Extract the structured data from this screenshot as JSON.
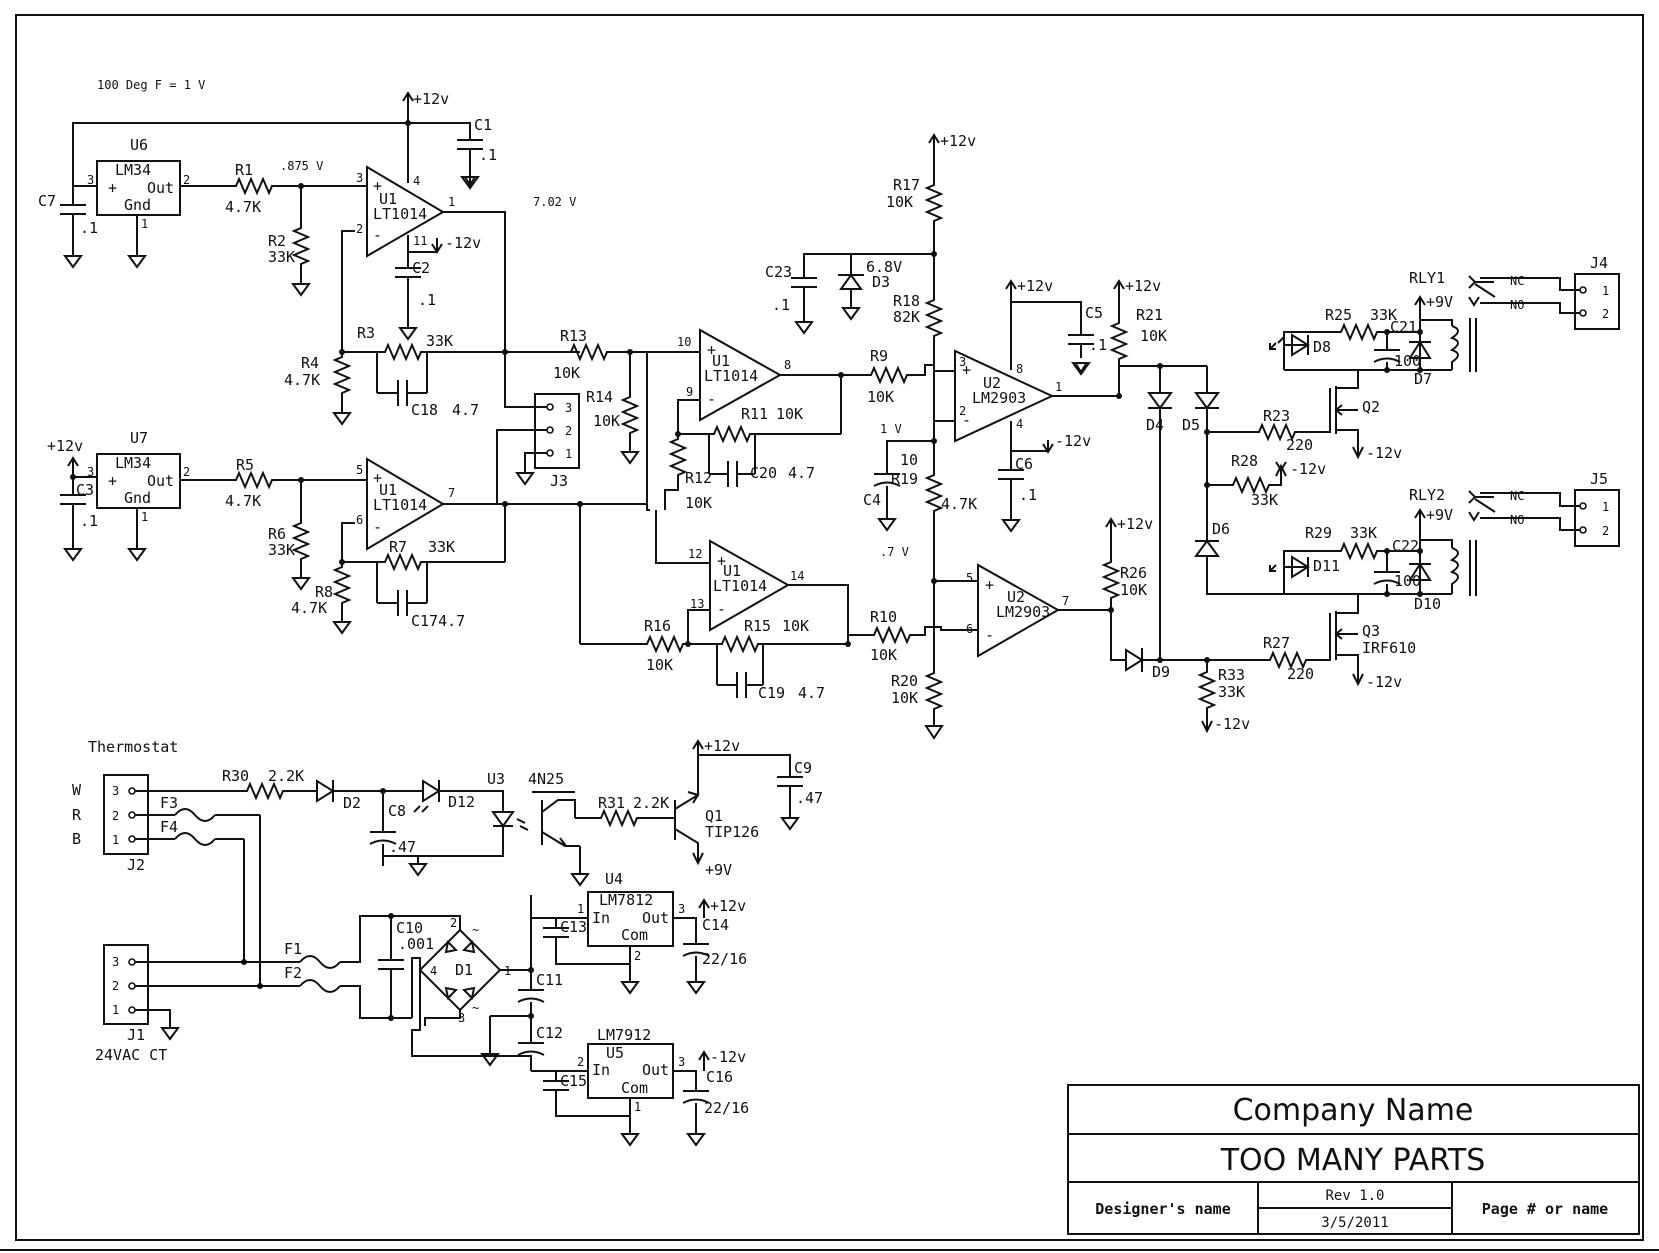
{
  "note_scale": "100 Deg F = 1 V",
  "voltages": {
    "v875": ".875 V",
    "v702": "7.02 V",
    "v1": "1 V",
    "v07": ".7 V"
  },
  "rails": {
    "p12": "+12v",
    "m12": "-12v",
    "p9": "+9V",
    "m12b": "-12v"
  },
  "components": {
    "U6": {
      "ref": "U6",
      "part": "LM34",
      "out": "Out",
      "gnd": "Gnd",
      "plus": "+"
    },
    "U7": {
      "ref": "U7",
      "part": "LM34",
      "out": "Out",
      "gnd": "Gnd",
      "plus": "+"
    },
    "U1": {
      "ref": "U1",
      "part": "LT1014"
    },
    "U2": {
      "ref": "U2",
      "part": "LM2903"
    },
    "U3": {
      "ref": "U3",
      "part": "4N25"
    },
    "U4": {
      "ref": "U4",
      "part": "LM7812",
      "in": "In",
      "out": "Out",
      "com": "Com"
    },
    "U5": {
      "ref": "U5",
      "part": "LM7912",
      "in": "In",
      "out": "Out",
      "com": "Com"
    },
    "Q1": {
      "ref": "Q1",
      "part": "TIP126"
    },
    "Q2": {
      "ref": "Q2"
    },
    "Q3": {
      "ref": "Q3",
      "part": "IRF610"
    },
    "R1": {
      "ref": "R1",
      "val": "4.7K"
    },
    "R2": {
      "ref": "R2",
      "val": "33K"
    },
    "R3": {
      "ref": "R3",
      "val": "33K"
    },
    "R4": {
      "ref": "R4",
      "val": "4.7K"
    },
    "R5": {
      "ref": "R5",
      "val": "4.7K"
    },
    "R6": {
      "ref": "R6",
      "val": "33K"
    },
    "R7": {
      "ref": "R7",
      "val": "33K"
    },
    "R8": {
      "ref": "R8",
      "val": "4.7K"
    },
    "R9": {
      "ref": "R9",
      "val": "10K"
    },
    "R10": {
      "ref": "R10",
      "val": "10K"
    },
    "R11": {
      "ref": "R11",
      "val": "10K"
    },
    "R12": {
      "ref": "R12",
      "val": "10K"
    },
    "R13": {
      "ref": "R13",
      "val": "10K"
    },
    "R14": {
      "ref": "R14",
      "val": "10K"
    },
    "R15": {
      "ref": "R15",
      "val": "10K"
    },
    "R16": {
      "ref": "R16",
      "val": "10K"
    },
    "R17": {
      "ref": "R17",
      "val": "10K"
    },
    "R18": {
      "ref": "R18",
      "val": "82K"
    },
    "R19": {
      "ref": "R19",
      "val": "4.7K"
    },
    "R20": {
      "ref": "R20",
      "val": "10K"
    },
    "R21": {
      "ref": "R21",
      "val": "10K"
    },
    "R23": {
      "ref": "R23",
      "val": "220"
    },
    "R25": {
      "ref": "R25",
      "val": "33K"
    },
    "R26": {
      "ref": "R26",
      "val": "10K"
    },
    "R27": {
      "ref": "R27",
      "val": "220"
    },
    "R28": {
      "ref": "R28",
      "val": "33K"
    },
    "R29": {
      "ref": "R29",
      "val": "33K"
    },
    "R30": {
      "ref": "R30",
      "val": "2.2K"
    },
    "R31": {
      "ref": "R31",
      "val": "2.2K"
    },
    "R33": {
      "ref": "R33",
      "val": "33K"
    },
    "C1": {
      "ref": "C1",
      "val": ".1"
    },
    "C2": {
      "ref": "C2",
      "val": ".1"
    },
    "C3": {
      "ref": "C3",
      "val": ".1"
    },
    "C4": {
      "ref": "C4",
      "val": "10"
    },
    "C5": {
      "ref": "C5",
      "val": ".1"
    },
    "C6": {
      "ref": "C6",
      "val": ".1"
    },
    "C7": {
      "ref": "C7",
      "val": ".1"
    },
    "C8": {
      "ref": "C8",
      "val": ".47"
    },
    "C9": {
      "ref": "C9",
      "val": ".47"
    },
    "C10": {
      "ref": "C10",
      "val": ".001"
    },
    "C11": {
      "ref": "C11"
    },
    "C12": {
      "ref": "C12"
    },
    "C13": {
      "ref": "C13"
    },
    "C14": {
      "ref": "C14",
      "val": "22/16"
    },
    "C15": {
      "ref": "C15"
    },
    "C16": {
      "ref": "C16",
      "val": "22/16"
    },
    "C17": {
      "ref": "C17",
      "val": "4.7",
      "combined": "C174.7"
    },
    "C18": {
      "ref": "C18",
      "val": "4.7"
    },
    "C19": {
      "ref": "C19",
      "val": "4.7"
    },
    "C20": {
      "ref": "C20",
      "val": "4.7"
    },
    "C21": {
      "ref": "C21",
      "val": "100"
    },
    "C22": {
      "ref": "C22",
      "val": "100"
    },
    "C23": {
      "ref": "C23",
      "val": ".1"
    },
    "D1": {
      "ref": "D1"
    },
    "D2": {
      "ref": "D2"
    },
    "D3": {
      "ref": "D3",
      "val": "6.8V"
    },
    "D4": {
      "ref": "D4"
    },
    "D5": {
      "ref": "D5"
    },
    "D6": {
      "ref": "D6"
    },
    "D7": {
      "ref": "D7"
    },
    "D8": {
      "ref": "D8"
    },
    "D9": {
      "ref": "D9"
    },
    "D10": {
      "ref": "D10"
    },
    "D11": {
      "ref": "D11"
    },
    "D12": {
      "ref": "D12"
    },
    "F1": {
      "ref": "F1"
    },
    "F2": {
      "ref": "F2"
    },
    "F3": {
      "ref": "F3"
    },
    "F4": {
      "ref": "F4"
    },
    "J1": {
      "ref": "J1",
      "desc": "24VAC CT"
    },
    "J2": {
      "ref": "J2",
      "desc": "Thermostat"
    },
    "J3": {
      "ref": "J3"
    },
    "J4": {
      "ref": "J4"
    },
    "J5": {
      "ref": "J5"
    },
    "RLY1": {
      "ref": "RLY1",
      "nc": "NC",
      "no": "NO"
    },
    "RLY2": {
      "ref": "RLY2",
      "nc": "NC",
      "no": "NO"
    }
  },
  "pins": {
    "p1": "1",
    "p2": "2",
    "p3": "3",
    "p4": "4",
    "p5": "5",
    "p6": "6",
    "p7": "7",
    "p8": "8",
    "p9": "9",
    "p10": "10",
    "p11": "11",
    "p12": "12",
    "p13": "13",
    "p14": "14"
  },
  "signs": {
    "plus": "+",
    "minus": "-",
    "tilde": "~"
  },
  "thermostat_wires": [
    "W",
    "R",
    "B"
  ],
  "title_block": {
    "company": "Company Name",
    "title": "TOO MANY PARTS",
    "designer": "Designer's name",
    "rev": "Rev 1.0",
    "date": "3/5/2011",
    "page": "Page # or name"
  }
}
